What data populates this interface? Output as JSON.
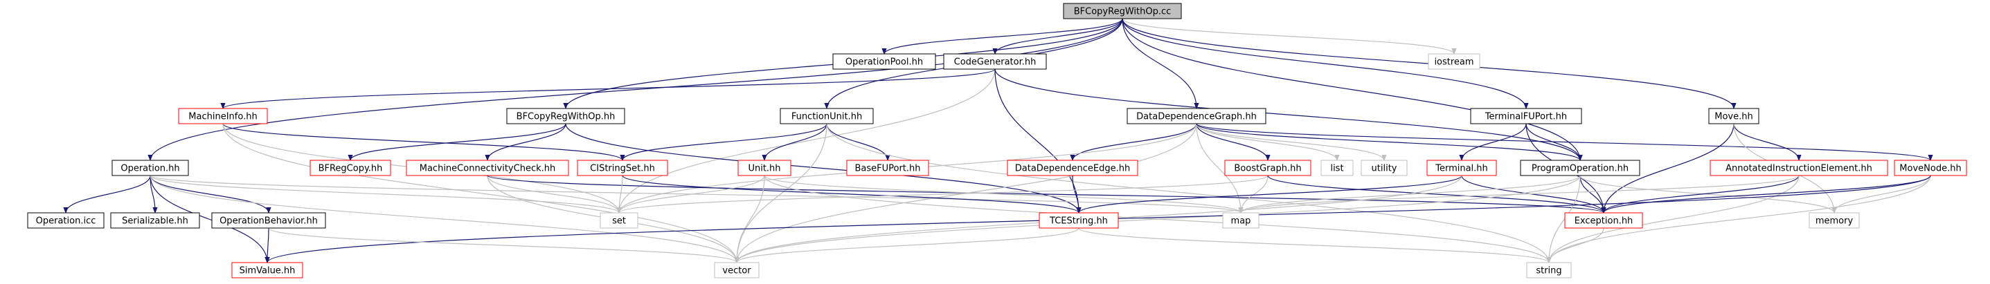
{
  "colors": {
    "background": "#ffffff",
    "root_fill": "#bfbfbf",
    "plain_border": "#000000",
    "red_border": "#ff0000",
    "system_border": "#bfbfbf",
    "edge": "#191970",
    "system_edge": "#bfbfbf",
    "text": "#000000"
  },
  "nodes": {
    "root": {
      "label": "BFCopyRegWithOp.cc",
      "style": "root"
    },
    "opPool": {
      "label": "OperationPool.hh",
      "style": "plain"
    },
    "codeGen": {
      "label": "CodeGenerator.hh",
      "style": "plain"
    },
    "iostream": {
      "label": "iostream",
      "style": "system"
    },
    "machInfo": {
      "label": "MachineInfo.hh",
      "style": "red"
    },
    "bfCopyOp": {
      "label": "BFCopyRegWithOp.hh",
      "style": "plain"
    },
    "funcUnit": {
      "label": "FunctionUnit.hh",
      "style": "plain"
    },
    "ddg": {
      "label": "DataDependenceGraph.hh",
      "style": "plain"
    },
    "termFU": {
      "label": "TerminalFUPort.hh",
      "style": "plain"
    },
    "moveH": {
      "label": "Move.hh",
      "style": "plain"
    },
    "operation": {
      "label": "Operation.hh",
      "style": "plain"
    },
    "bfRegCopy": {
      "label": "BFRegCopy.hh",
      "style": "red"
    },
    "mcc": {
      "label": "MachineConnectivityCheck.hh",
      "style": "red"
    },
    "ciStringSet": {
      "label": "CIStringSet.hh",
      "style": "red"
    },
    "unit": {
      "label": "Unit.hh",
      "style": "red"
    },
    "baseFU": {
      "label": "BaseFUPort.hh",
      "style": "red"
    },
    "dde": {
      "label": "DataDependenceEdge.hh",
      "style": "red"
    },
    "boostGraph": {
      "label": "BoostGraph.hh",
      "style": "red"
    },
    "list": {
      "label": "list",
      "style": "system"
    },
    "utility": {
      "label": "utility",
      "style": "system"
    },
    "terminal": {
      "label": "Terminal.hh",
      "style": "red"
    },
    "progOp": {
      "label": "ProgramOperation.hh",
      "style": "plain"
    },
    "aie": {
      "label": "AnnotatedInstructionElement.hh",
      "style": "red"
    },
    "moveNode": {
      "label": "MoveNode.hh",
      "style": "red"
    },
    "opIcc": {
      "label": "Operation.icc",
      "style": "plain"
    },
    "serial": {
      "label": "Serializable.hh",
      "style": "plain"
    },
    "opBeh": {
      "label": "OperationBehavior.hh",
      "style": "plain"
    },
    "set": {
      "label": "set",
      "style": "system"
    },
    "tceString": {
      "label": "TCEString.hh",
      "style": "red"
    },
    "map": {
      "label": "map",
      "style": "system"
    },
    "exception": {
      "label": "Exception.hh",
      "style": "red"
    },
    "memory": {
      "label": "memory",
      "style": "system"
    },
    "simValue": {
      "label": "SimValue.hh",
      "style": "red"
    },
    "vector": {
      "label": "vector",
      "style": "system"
    },
    "string": {
      "label": "string",
      "style": "system"
    }
  },
  "edges": [
    [
      "root",
      "opPool"
    ],
    [
      "root",
      "codeGen"
    ],
    [
      "root",
      "iostream"
    ],
    [
      "root",
      "bfCopyOp"
    ],
    [
      "root",
      "funcUnit"
    ],
    [
      "root",
      "ddg"
    ],
    [
      "root",
      "termFU"
    ],
    [
      "root",
      "moveH"
    ],
    [
      "root",
      "operation"
    ],
    [
      "root",
      "progOp"
    ],
    [
      "codeGen",
      "machInfo"
    ],
    [
      "codeGen",
      "set"
    ],
    [
      "codeGen",
      "tceString"
    ],
    [
      "codeGen",
      "progOp"
    ],
    [
      "machInfo",
      "ciStringSet"
    ],
    [
      "machInfo",
      "set"
    ],
    [
      "machInfo",
      "vector"
    ],
    [
      "bfCopyOp",
      "bfRegCopy"
    ],
    [
      "bfCopyOp",
      "mcc"
    ],
    [
      "bfCopyOp",
      "tceString"
    ],
    [
      "funcUnit",
      "ciStringSet"
    ],
    [
      "funcUnit",
      "unit"
    ],
    [
      "funcUnit",
      "baseFU"
    ],
    [
      "funcUnit",
      "vector"
    ],
    [
      "funcUnit",
      "string"
    ],
    [
      "ddg",
      "dde"
    ],
    [
      "ddg",
      "boostGraph"
    ],
    [
      "ddg",
      "list"
    ],
    [
      "ddg",
      "utility"
    ],
    [
      "ddg",
      "map"
    ],
    [
      "ddg",
      "set"
    ],
    [
      "ddg",
      "vector"
    ],
    [
      "ddg",
      "progOp"
    ],
    [
      "ddg",
      "moveNode"
    ],
    [
      "termFU",
      "terminal"
    ],
    [
      "termFU",
      "progOp"
    ],
    [
      "termFU",
      "exception"
    ],
    [
      "moveH",
      "aie"
    ],
    [
      "moveH",
      "exception"
    ],
    [
      "moveH",
      "memory"
    ],
    [
      "operation",
      "opIcc"
    ],
    [
      "operation",
      "serial"
    ],
    [
      "operation",
      "opBeh"
    ],
    [
      "operation",
      "simValue"
    ],
    [
      "operation",
      "vector"
    ],
    [
      "operation",
      "set"
    ],
    [
      "operation",
      "map"
    ],
    [
      "mcc",
      "set"
    ],
    [
      "mcc",
      "vector"
    ],
    [
      "mcc",
      "exception"
    ],
    [
      "ciStringSet",
      "set"
    ],
    [
      "ciStringSet",
      "tceString"
    ],
    [
      "unit",
      "set"
    ],
    [
      "unit",
      "vector"
    ],
    [
      "unit",
      "string"
    ],
    [
      "unit",
      "map"
    ],
    [
      "dde",
      "tceString"
    ],
    [
      "boostGraph",
      "map"
    ],
    [
      "boostGraph",
      "set"
    ],
    [
      "boostGraph",
      "exception"
    ],
    [
      "terminal",
      "tceString"
    ],
    [
      "terminal",
      "exception"
    ],
    [
      "terminal",
      "vector"
    ],
    [
      "progOp",
      "exception"
    ],
    [
      "progOp",
      "string"
    ],
    [
      "progOp",
      "map"
    ],
    [
      "progOp",
      "memory"
    ],
    [
      "progOp",
      "vector"
    ],
    [
      "aie",
      "exception"
    ],
    [
      "aie",
      "map"
    ],
    [
      "aie",
      "string"
    ],
    [
      "moveNode",
      "exception"
    ],
    [
      "moveNode",
      "memory"
    ],
    [
      "moveNode",
      "string"
    ],
    [
      "moveNode",
      "simValue"
    ],
    [
      "opBeh",
      "simValue"
    ],
    [
      "opBeh",
      "vector"
    ],
    [
      "tceString",
      "string"
    ],
    [
      "tceString",
      "vector"
    ],
    [
      "exception",
      "string"
    ]
  ]
}
